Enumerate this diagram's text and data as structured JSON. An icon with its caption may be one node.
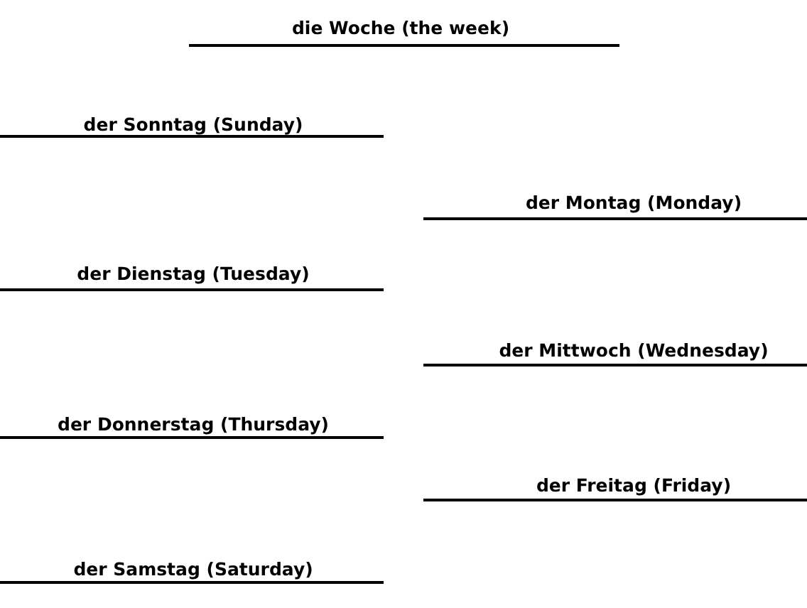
{
  "diagram": {
    "title": "die Woche (the week)",
    "labels": [
      "der Sonntag (Sunday)",
      "der Montag (Monday)",
      "der Dienstag (Tuesday)",
      "der Mittwoch (Wednesday)",
      "der Donnerstag (Thursday)",
      "der Freitag (Friday)",
      "der Samstag (Saturday)"
    ]
  }
}
